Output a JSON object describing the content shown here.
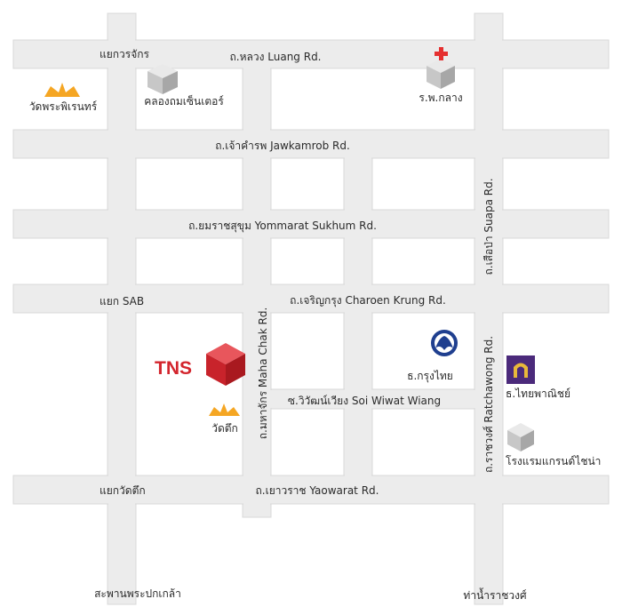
{
  "roads": {
    "luang": "ถ.หลวง Luang Rd.",
    "jawkamrob": "ถ.เจ้าคำรพ Jawkamrob Rd.",
    "yommarat": "ถ.ยมราชสุขุม Yommarat Sukhum Rd.",
    "charoen_krung": "ถ.เจริญกรุง Charoen Krung Rd.",
    "soi_wiwat": "ซ.วิวัฒน์เวียง Soi Wiwat Wiang",
    "yaowarat": "ถ.เยาวราช Yaowarat Rd.",
    "suapa": "ถ.เสือป่า Suapa Rd.",
    "maha_chak": "ถ.มหาจักร Maha Chak Rd.",
    "ratchawong": "ถ.ราชวงศ์ Ratchawong Rd."
  },
  "places": {
    "intersection_wor_chak": "แยกวรจักร",
    "wat_phra_phiren": "วัดพระพิเรนทร์",
    "khlong_thom_center": "คลองถมเซ็นเตอร์",
    "central_hospital": "ร.พ.กลาง",
    "intersection_sab": "แยก SAB",
    "tns": "TNS",
    "wat_tuek": "วัดตึก",
    "krungthai_bank": "ธ.กรุงไทย",
    "siam_commercial_bank": "ธ.ไทยพาณิชย์",
    "grand_china_hotel": "โรงแรมแกรนด์ไชน่า",
    "intersection_wat_tuek": "แยกวัดตึก",
    "saphan_phra_pok_klao": "สะพานพระปกเกล้า",
    "tha_nam_ratchawong": "ท่าน้ำราชวงศ์"
  },
  "colors": {
    "road_fill": "#ececec",
    "road_edge": "#d8d8d8",
    "tns_red": "#d3252d",
    "temple_orange": "#f5a623",
    "scb_purple": "#4b2a7b",
    "scb_gold": "#e8b83a",
    "ktb_blue": "#1f3f8f",
    "hospital_cross": "#e53030"
  },
  "icons": {
    "temple": "temple-roof-icon",
    "building": "grey-cube-icon",
    "hospital": "red-cross-cube-icon",
    "tns": "red-cube-icon",
    "krungthai": "krungthai-logo-icon",
    "scb": "scb-logo-icon"
  }
}
